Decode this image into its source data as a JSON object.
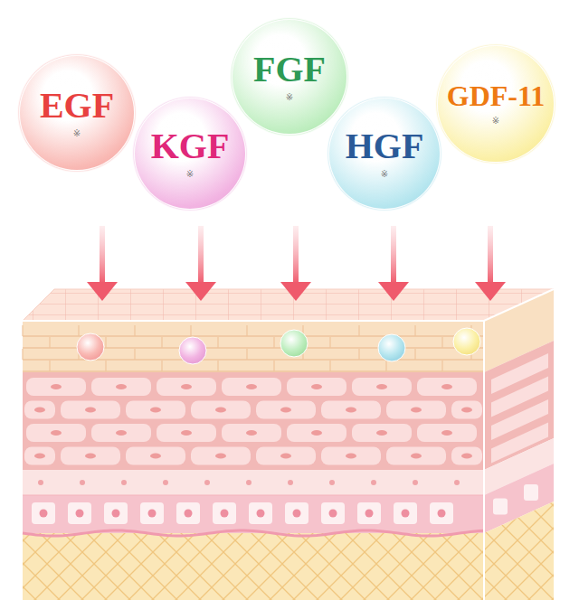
{
  "diagram": {
    "nodes": [
      {
        "text": [
          "EGF",
          "※"
        ]
      },
      {
        "text": [
          "KGF",
          "※"
        ]
      },
      {
        "text": [
          "FGF",
          "※"
        ]
      },
      {
        "text": [
          "HGF",
          "※"
        ]
      },
      {
        "text": [
          "GDF-11",
          "※"
        ]
      }
    ]
  }
}
